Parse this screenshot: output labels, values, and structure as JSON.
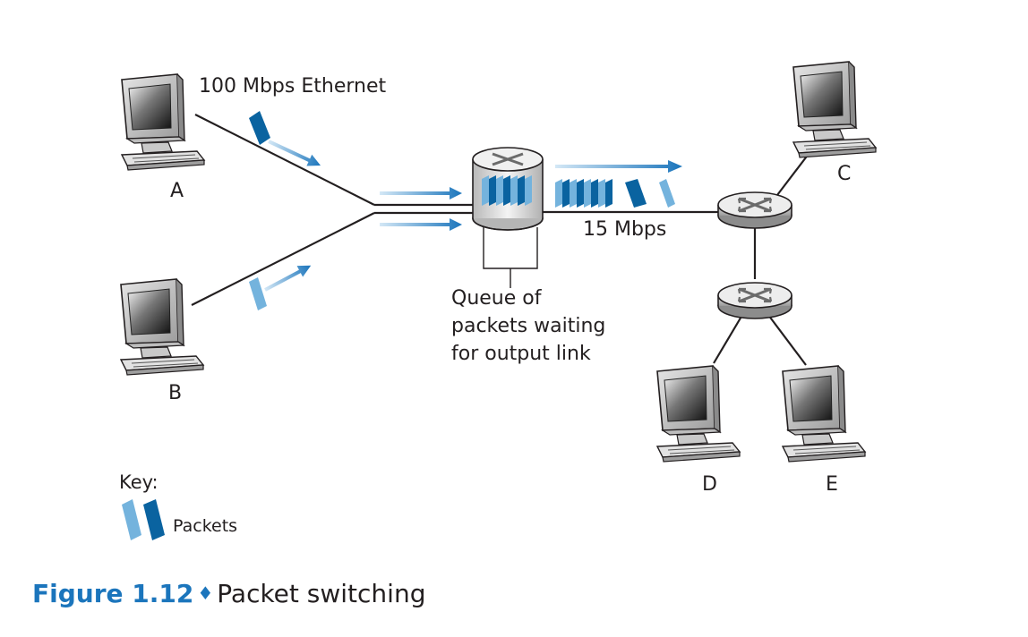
{
  "labels": {
    "ethernet": "100 Mbps Ethernet",
    "link": "15 Mbps",
    "queue": [
      "Queue of",
      "packets waiting",
      "for output link"
    ]
  },
  "hosts": [
    {
      "id": "a",
      "label": "A"
    },
    {
      "id": "b",
      "label": "B"
    },
    {
      "id": "c",
      "label": "C"
    },
    {
      "id": "d",
      "label": "D"
    },
    {
      "id": "e",
      "label": "E"
    }
  ],
  "key": {
    "title": "Key:",
    "packets_label": "Packets"
  },
  "caption": {
    "figure": "Figure 1.12",
    "separator": "♦",
    "title": "Packet switching"
  },
  "colors": {
    "packet_dark": "#0a63a0",
    "packet_light": "#74b3dd",
    "arrow": "#1b75bc",
    "line": "#231f20",
    "caption_accent": "#1b75bc"
  }
}
